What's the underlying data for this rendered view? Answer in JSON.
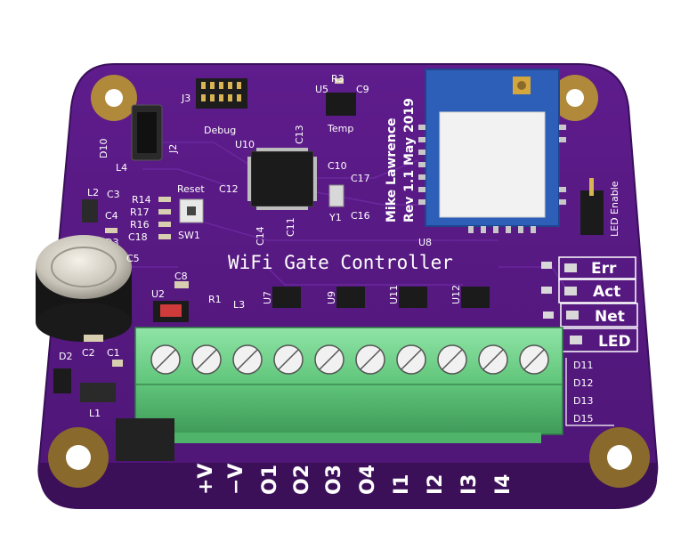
{
  "board": {
    "title": "WiFi Gate Controller",
    "author": "Mike Lawrence",
    "revision": "Rev 1.1 May 2019",
    "colors": {
      "soldermask": "#5a1a86",
      "silkscreen": "#ffffff",
      "terminal": "#6fd18a",
      "pad": "#c8a24a"
    }
  },
  "silk_labels": {
    "debug": "Debug",
    "temp": "Temp",
    "reset": "Reset",
    "led_enable": "LED Enable"
  },
  "status_leds": [
    {
      "label": "Err"
    },
    {
      "label": "Act"
    },
    {
      "label": "Net"
    },
    {
      "label": "LED"
    }
  ],
  "terminals": [
    "+V",
    "−V",
    "O1",
    "O2",
    "O3",
    "O4",
    "I1",
    "I2",
    "I3",
    "I4"
  ],
  "refdes": {
    "j3": "J3",
    "r3": "R3",
    "c9": "C9",
    "u5": "U5",
    "j2": "J2",
    "d10": "D10",
    "l4": "L4",
    "u10": "U10",
    "c13": "C13",
    "c10": "C10",
    "c17": "C17",
    "c12": "C12",
    "sw1": "SW1",
    "y1": "Y1",
    "c16": "C16",
    "c11": "C11",
    "c14": "C14",
    "l2": "L2",
    "c3": "C3",
    "c4": "C4",
    "r14": "R14",
    "r17": "R17",
    "r16": "R16",
    "c18": "C18",
    "d3": "D3",
    "c5": "C5",
    "u2": "U2",
    "c8": "C8",
    "r1": "R1",
    "l3": "L3",
    "u7": "U7",
    "u9": "U9",
    "u11": "U11",
    "u12": "U12",
    "u8": "U8",
    "c2": "C2",
    "c1": "C1",
    "d2": "D2",
    "l1": "L1",
    "d11": "D11",
    "d12": "D12",
    "d13": "D13",
    "d15": "D15"
  }
}
